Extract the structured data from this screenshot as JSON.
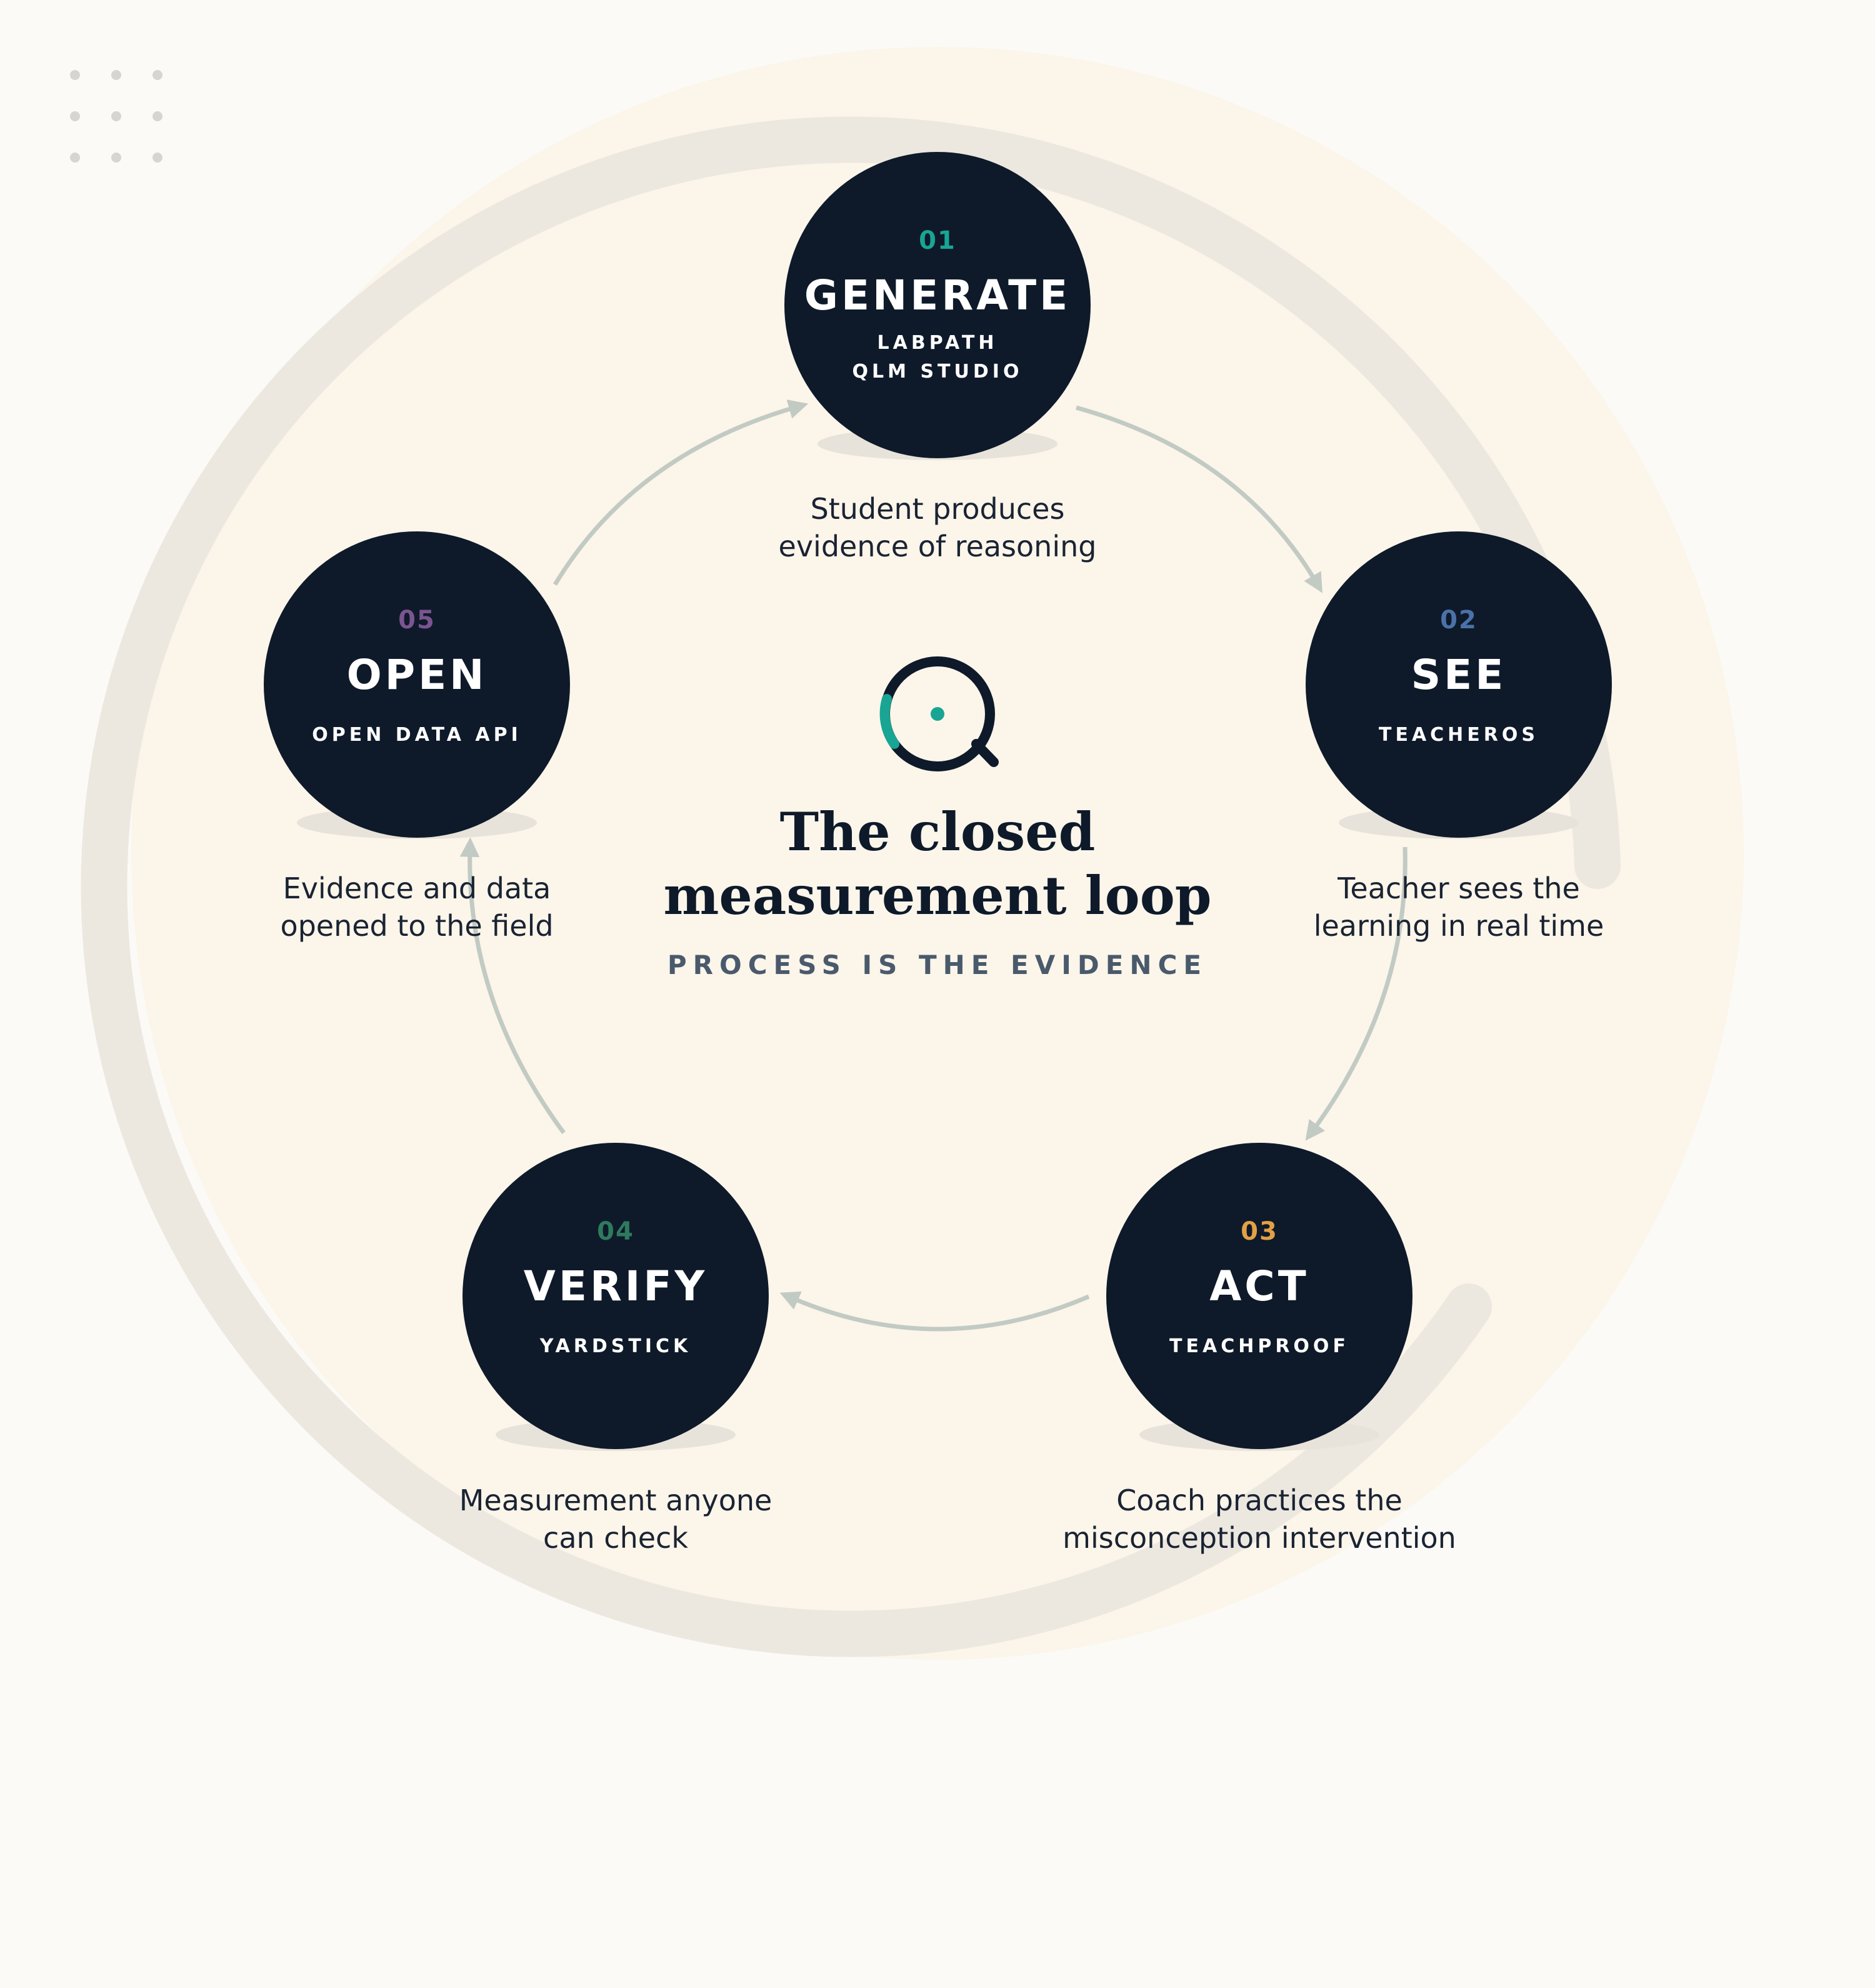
{
  "center": {
    "title_line1": "The closed",
    "title_line2": "measurement loop",
    "subtitle": "PROCESS IS THE EVIDENCE",
    "logo_icon": "q-magnifier-icon"
  },
  "colors": {
    "background": "#fbfaf6",
    "halo": "#fbf5ea",
    "node_fill": "#0e1a2a",
    "arrow": "#c2cac4",
    "track": "#ece8e0",
    "text_dark": "#1a2332",
    "step_01": "#19a594",
    "step_02": "#4a72a8",
    "step_03": "#e3a044",
    "step_04": "#2f7a5e",
    "step_05": "#7b5490"
  },
  "steps": [
    {
      "number": "01",
      "title": "GENERATE",
      "product_line1": "LABPATH",
      "product_line2": "QLM STUDIO",
      "desc_line1": "Student produces",
      "desc_line2": "evidence of reasoning"
    },
    {
      "number": "02",
      "title": "SEE",
      "product_line1": "TEACHEROS",
      "desc_line1": "Teacher sees the",
      "desc_line2": "learning in real time"
    },
    {
      "number": "03",
      "title": "ACT",
      "product_line1": "TEACHPROOF",
      "desc_line1": "Coach practices the",
      "desc_line2": "misconception intervention"
    },
    {
      "number": "04",
      "title": "VERIFY",
      "product_line1": "YARDSTICK",
      "desc_line1": "Measurement anyone",
      "desc_line2": "can check"
    },
    {
      "number": "05",
      "title": "OPEN",
      "product_line1": "OPEN DATA API",
      "desc_line1": "Evidence and data",
      "desc_line2": "opened to the field"
    }
  ]
}
